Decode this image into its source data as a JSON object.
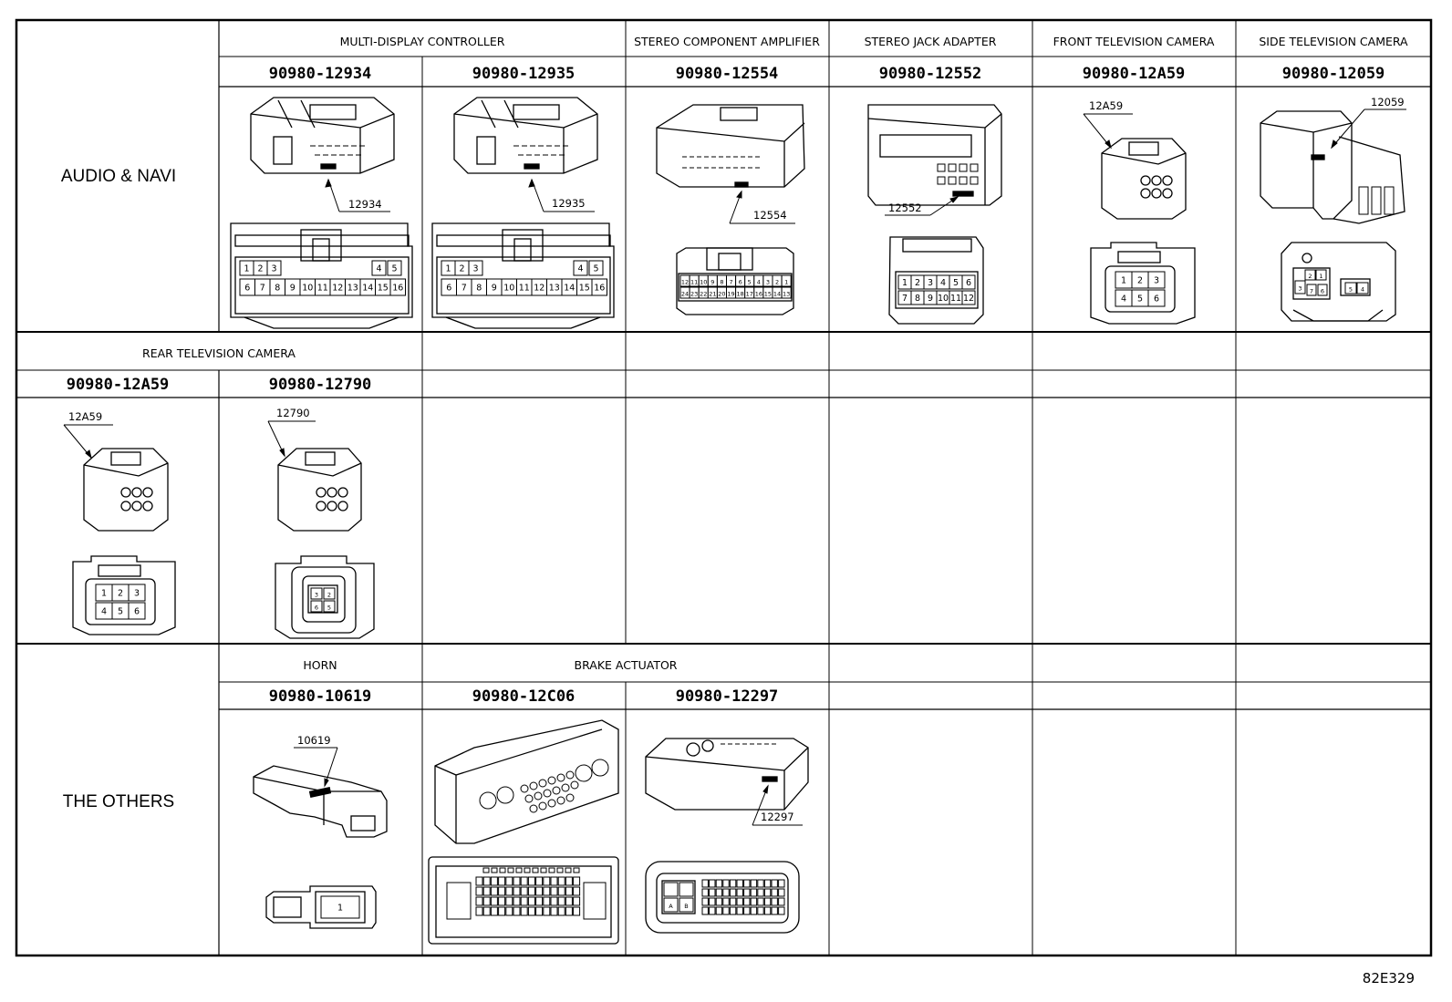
{
  "sections": {
    "audio_navi": "AUDIO & NAVI",
    "the_others": "THE OTHERS"
  },
  "row1": {
    "headers": {
      "multi_display": "MULTI-DISPLAY CONTROLLER",
      "stereo_amp": "STEREO COMPONENT AMPLIFIER",
      "stereo_jack": "STEREO JACK ADAPTER",
      "front_camera": "FRONT TELEVISION CAMERA",
      "side_camera": "SIDE TELEVISION CAMERA"
    },
    "parts": [
      {
        "pn": "90980-12934",
        "callout": "12934"
      },
      {
        "pn": "90980-12935",
        "callout": "12935"
      },
      {
        "pn": "90980-12554",
        "callout": "12554"
      },
      {
        "pn": "90980-12552",
        "callout": "12552"
      },
      {
        "pn": "90980-12A59",
        "callout": "12A59"
      },
      {
        "pn": "90980-12059",
        "callout": "12059"
      }
    ]
  },
  "row2": {
    "header": "REAR TELEVISION CAMERA",
    "parts": [
      {
        "pn": "90980-12A59",
        "callout": "12A59"
      },
      {
        "pn": "90980-12790",
        "callout": "12790"
      }
    ]
  },
  "row3": {
    "headers": {
      "horn": "HORN",
      "brake": "BRAKE ACTUATOR"
    },
    "parts": [
      {
        "pn": "90980-10619",
        "callout": "10619"
      },
      {
        "pn": "90980-12C06",
        "callout": ""
      },
      {
        "pn": "90980-12297",
        "callout": "12297"
      }
    ]
  },
  "pins": {
    "c12934": {
      "top": [
        "1",
        "2",
        "3",
        "4",
        "5"
      ],
      "bottom": [
        "6",
        "7",
        "8",
        "9",
        "10",
        "11",
        "12",
        "13",
        "14",
        "15",
        "16"
      ]
    },
    "c12935": {
      "top": [
        "1",
        "2",
        "3",
        "4",
        "5"
      ],
      "bottom": [
        "6",
        "7",
        "8",
        "9",
        "10",
        "11",
        "12",
        "13",
        "14",
        "15",
        "16"
      ]
    },
    "c12554": {
      "top": [
        "12",
        "11",
        "10",
        "9",
        "8",
        "7",
        "6",
        "5",
        "4",
        "3",
        "2",
        "1"
      ],
      "bottom": [
        "24",
        "23",
        "22",
        "21",
        "20",
        "19",
        "18",
        "17",
        "16",
        "15",
        "14",
        "13"
      ]
    },
    "c12552": {
      "top": [
        "1",
        "2",
        "3",
        "4",
        "5",
        "6"
      ],
      "bottom": [
        "7",
        "8",
        "9",
        "10",
        "11",
        "12"
      ]
    },
    "c6pin": {
      "top": [
        "1",
        "2",
        "3"
      ],
      "bottom": [
        "4",
        "5",
        "6"
      ]
    },
    "c12059": {
      "labels": [
        "2",
        "1",
        "3",
        "7",
        "6",
        "5",
        "4"
      ]
    },
    "c12790": {
      "labels": [
        "3",
        "2",
        "6",
        "5"
      ]
    },
    "c10619": {
      "labels": [
        "1"
      ]
    },
    "c12297": {
      "labels": [
        "A",
        "B"
      ]
    }
  },
  "reference_code": "82E329"
}
